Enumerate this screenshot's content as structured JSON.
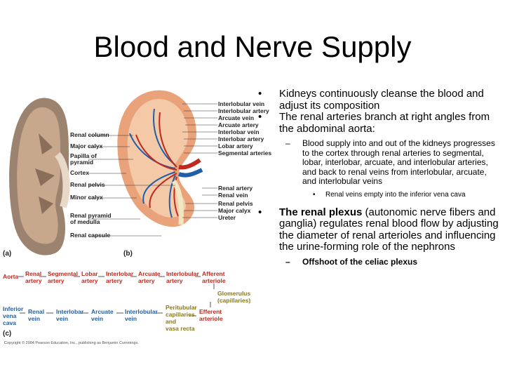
{
  "slide": {
    "title": "Blood and Nerve Supply"
  },
  "bullets": {
    "b1": "Kidneys continuously cleanse the blood and adjust its composition",
    "b2": "The renal arteries branch at right angles from the abdominal aorta:",
    "b2_sub": "Blood supply into and out of the kidneys progresses to the cortex through renal arteries to segmental, lobar, interlobar, arcuate, and interlobular arteries, and back to renal veins from interlobular, arcuate, and interlobular veins",
    "b2_subsub": "Renal veins empty into the inferior vena cava",
    "b3_bold": "The renal plexus",
    "b3_rest": " (autonomic nerve fibers and ganglia) regulates renal blood flow by adjusting the diameter of renal arterioles and influencing the urine-forming role of the nephrons",
    "b3_sub": "Offshoot of the celiac plexus",
    "bullet_glyph": "•",
    "dash_glyph": "–"
  },
  "figure": {
    "panel_a": "(a)",
    "panel_b": "(b)",
    "panel_c": "(c)",
    "left_labels": {
      "renal_column": "Renal column",
      "major_calyx": "Major calyx",
      "papilla_1": "Papilla of",
      "papilla_2": "pyramid",
      "cortex": "Cortex",
      "renal_pelvis": "Renal pelvis",
      "minor_calyx": "Minor calyx",
      "renal_pyramid_1": "Renal pyramid",
      "renal_pyramid_2": "of medulla",
      "renal_capsule": "Renal capsule"
    },
    "right_labels": {
      "interlobular_vein": "Interlobular vein",
      "interlobular_artery": "Interlobular artery",
      "arcuate_vein": "Arcuate vein",
      "arcuate_artery": "Arcuate artery",
      "interlobar_vein": "Interlobar vein",
      "interlobar_artery": "Interlobar artery",
      "lobar_artery": "Lobar artery",
      "segmental_arteries": "Segmental arteries",
      "renal_artery": "Renal artery",
      "renal_vein": "Renal vein",
      "renal_pelvis": "Renal pelvis",
      "major_calyx": "Major calyx",
      "ureter": "Ureter"
    },
    "flow_arterial": {
      "aorta": "Aorta",
      "renal_1": "Renal",
      "renal_2": "artery",
      "segmental_1": "Segmental",
      "segmental_2": "artery",
      "lobar_1": "Lobar",
      "lobar_2": "artery",
      "interlobar_1": "Interlobar",
      "interlobar_2": "artery",
      "arcuate_1": "Arcuate",
      "arcuate_2": "artery",
      "interlobular_1": "Interlobular",
      "interlobular_2": "artery",
      "afferent_1": "Afferent",
      "afferent_2": "arteriole",
      "glomerulus_1": "Glomerulus",
      "glomerulus_2": "(capillaries)"
    },
    "flow_venous": {
      "ivc_1": "Inferior",
      "ivc_2": "vena",
      "ivc_3": "cava",
      "renal_1": "Renal",
      "renal_2": "vein",
      "interlobar_1": "Interlobar",
      "interlobar_2": "vein",
      "arcuate_1": "Arcuate",
      "arcuate_2": "vein",
      "interlobular_1": "Interlobular",
      "interlobular_2": "vein",
      "peritubular_1": "Peritubular",
      "peritubular_2": "capillaries",
      "peritubular_3": "and",
      "peritubular_4": "vasa recta",
      "efferent_1": "Efferent",
      "efferent_2": "arteriole"
    },
    "copyright": "Copyright © 2004 Pearson Education, Inc., publishing as Benjamin Cummings."
  },
  "colors": {
    "artery": "#c0281e",
    "vein": "#1f5fa8",
    "capillary": "#8a7a1a",
    "tissue": "#e9a27a"
  }
}
